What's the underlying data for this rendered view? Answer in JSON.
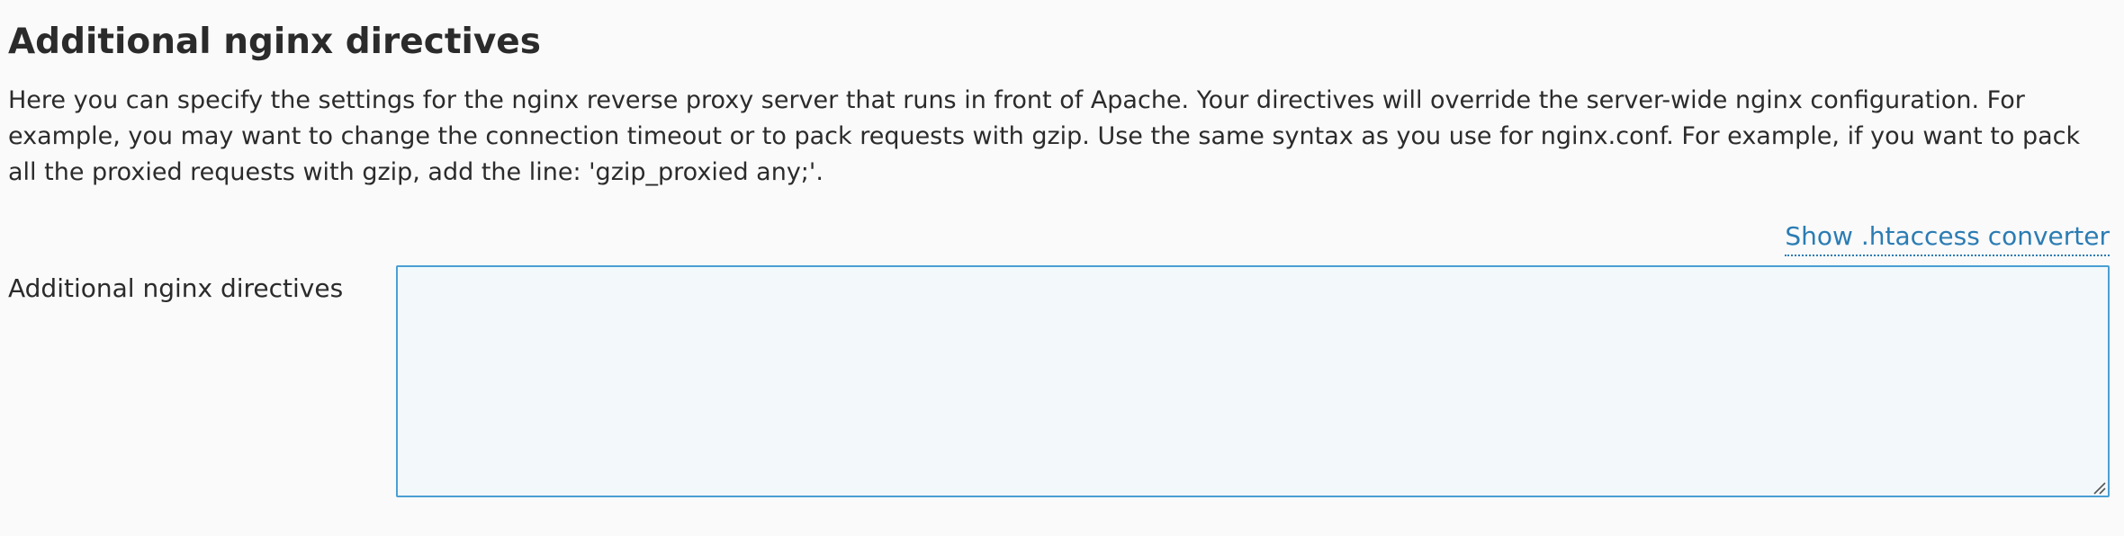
{
  "section": {
    "title": "Additional nginx directives",
    "description": "Here you can specify the settings for the nginx reverse proxy server that runs in front of Apache. Your directives will override the server-wide nginx configuration. For example, you may want to change the connection timeout or to pack requests with gzip. Use the same syntax as you use for nginx.conf. For example, if you want to pack all the proxied requests with gzip, add the line: 'gzip_proxied any;'."
  },
  "converter_link": {
    "label": "Show .htaccess converter"
  },
  "form": {
    "directives_label": "Additional nginx directives",
    "directives_value": "",
    "directives_placeholder": ""
  },
  "colors": {
    "background": "#fafafa",
    "text": "#2b2b2b",
    "link": "#2b7cb3",
    "textarea_border": "#4a9fd4",
    "textarea_background": "#f3f8fb"
  },
  "icons": {
    "resize_handle": "resize-grip-icon"
  }
}
